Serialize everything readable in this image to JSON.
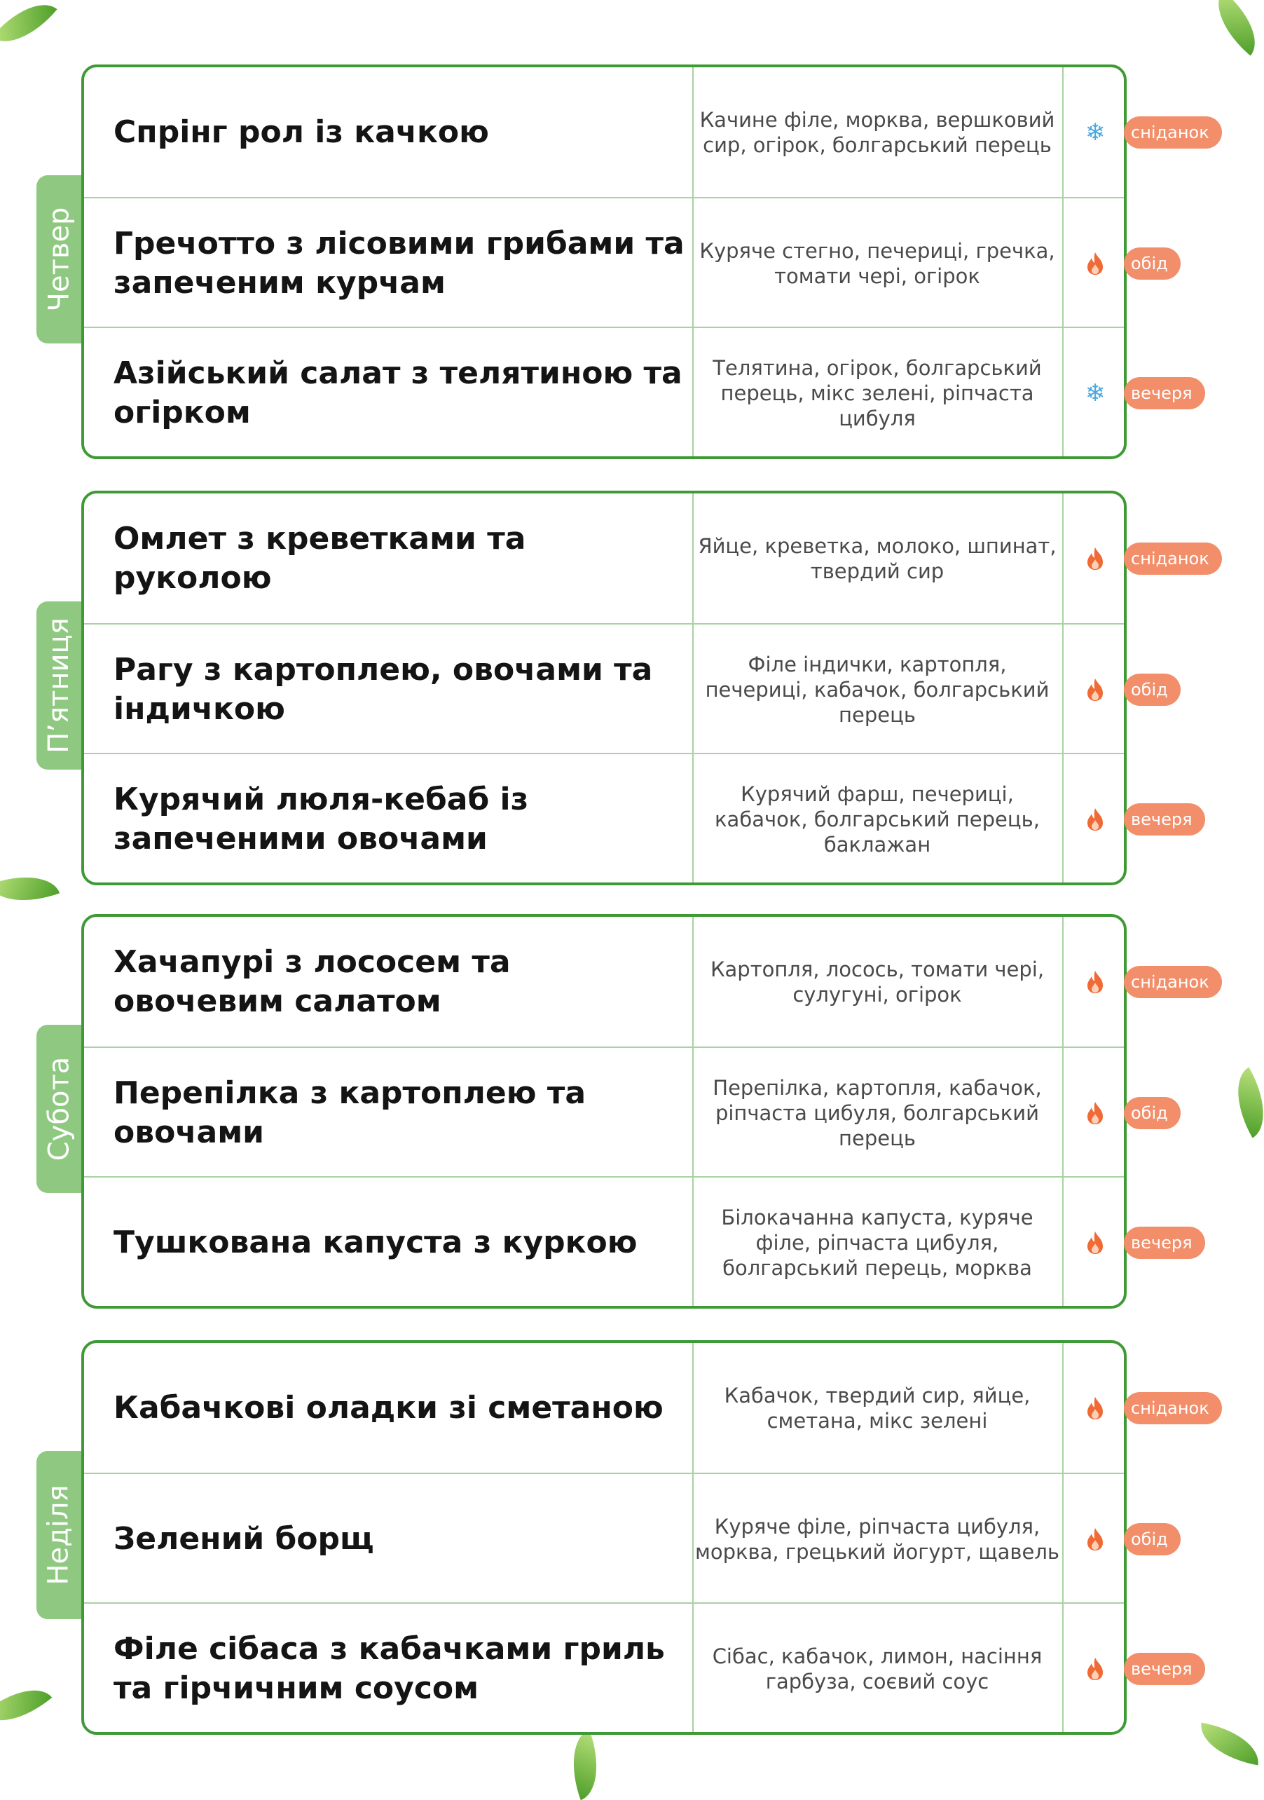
{
  "days": [
    {
      "name": "Четвер",
      "rows": [
        {
          "dish": "Спрінг рол із качкою",
          "ingredients": "Качине філе, морква, вершковий сир, огірок, болгарський перець",
          "temp": "cold",
          "temp_icon": "snowflake-icon",
          "meal": "сніданок"
        },
        {
          "dish": "Гречотто з лісовими грибами та запеченим курчам",
          "ingredients": "Куряче стегно, печериці, гречка, томати чері, огірок",
          "temp": "hot",
          "temp_icon": "flame-icon",
          "meal": "обід"
        },
        {
          "dish": "Азійський салат з телятиною та огірком",
          "ingredients": "Телятина, огірок, болгарський перець, мікс зелені, ріпчаста цибуля",
          "temp": "cold",
          "temp_icon": "snowflake-icon",
          "meal": "вечеря"
        }
      ]
    },
    {
      "name": "П’ятниця",
      "rows": [
        {
          "dish": "Омлет з креветками та руколою",
          "ingredients": "Яйце, креветка, молоко, шпинат, твердий сир",
          "temp": "hot",
          "temp_icon": "flame-icon",
          "meal": "сніданок"
        },
        {
          "dish": "Рагу з картоплею, овочами та індичкою",
          "ingredients": "Філе індички, картопля, печериці, кабачок, болгарський перець",
          "temp": "hot",
          "temp_icon": "flame-icon",
          "meal": "обід"
        },
        {
          "dish": "Курячий люля-кебаб із запеченими овочами",
          "ingredients": "Курячий фарш, печериці, кабачок, болгарський перець, баклажан",
          "temp": "hot",
          "temp_icon": "flame-icon",
          "meal": "вечеря"
        }
      ]
    },
    {
      "name": "Субота",
      "rows": [
        {
          "dish": "Хачапурі з лососем та овочевим салатом",
          "ingredients": "Картопля, лосось, томати чері, сулугуні, огірок",
          "temp": "hot",
          "temp_icon": "flame-icon",
          "meal": "сніданок"
        },
        {
          "dish": "Перепілка з картоплею та овочами",
          "ingredients": "Перепілка, картопля, кабачок, ріпчаста цибуля, болгарський перець",
          "temp": "hot",
          "temp_icon": "flame-icon",
          "meal": "обід"
        },
        {
          "dish": "Тушкована капуста з куркою",
          "ingredients": "Білокачанна капуста, куряче філе, ріпчаста цибуля, болгарський перець, морква",
          "temp": "hot",
          "temp_icon": "flame-icon",
          "meal": "вечеря"
        }
      ]
    },
    {
      "name": "Неділя",
      "rows": [
        {
          "dish": "Кабачкові оладки зі сметаною",
          "ingredients": "Кабачок, твердий сир, яйце, сметана, мікс зелені",
          "temp": "hot",
          "temp_icon": "flame-icon",
          "meal": "сніданок"
        },
        {
          "dish": "Зелений борщ",
          "ingredients": "Куряче філе, ріпчаста цибуля, морква, грецький йогурт, щавель",
          "temp": "hot",
          "temp_icon": "flame-icon",
          "meal": "обід"
        },
        {
          "dish": "Філе сібаса з кабачками гриль та гірчичним соусом",
          "ingredients": "Сібас, кабачок, лимон, насіння гарбуза, соєвий соус",
          "temp": "hot",
          "temp_icon": "flame-icon",
          "meal": "вечеря"
        }
      ]
    }
  ],
  "colors": {
    "border": "#3e9a35",
    "tab": "#8fc981",
    "tag": "#f28e6a",
    "cold": "#4aa8e0",
    "hot": "#f06a36"
  }
}
